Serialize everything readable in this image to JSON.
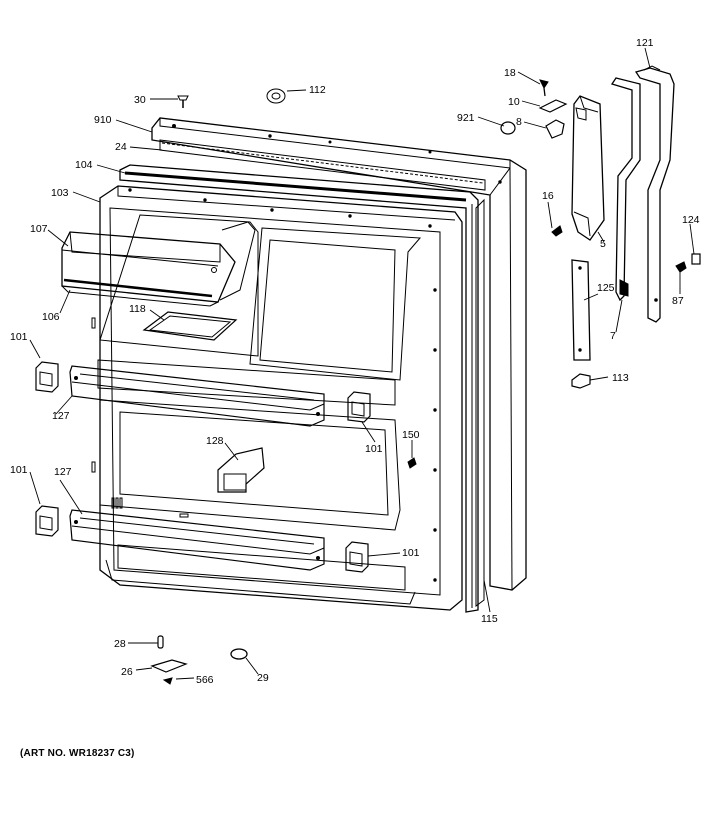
{
  "art_number": "(ART NO. WR18237 C3)",
  "callouts": {
    "c_30": "30",
    "c_112": "112",
    "c_910": "910",
    "c_24": "24",
    "c_104": "104",
    "c_103": "103",
    "c_107": "107",
    "c_106": "106",
    "c_118": "118",
    "c_101a": "101",
    "c_127a": "127",
    "c_128": "128",
    "c_101b": "101",
    "c_150": "150",
    "c_101c": "101",
    "c_127b": "127",
    "c_101d": "101",
    "c_115": "115",
    "c_28": "28",
    "c_26": "26",
    "c_566": "566",
    "c_29": "29",
    "c_18": "18",
    "c_10": "10",
    "c_8": "8",
    "c_921": "921",
    "c_16": "16",
    "c_5": "5",
    "c_121": "121",
    "c_124": "124",
    "c_87": "87",
    "c_125": "125",
    "c_7": "7",
    "c_113": "113"
  }
}
